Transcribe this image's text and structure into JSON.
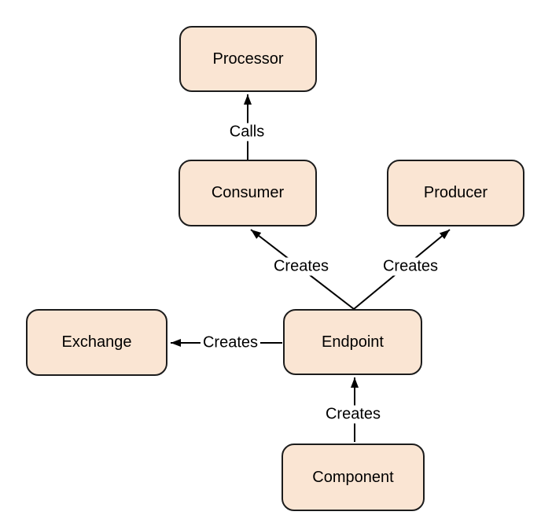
{
  "diagram": {
    "title": "",
    "colors": {
      "node_fill": "#fae5d3",
      "node_border": "#1c1c1c",
      "edge": "#000000",
      "text": "#000000",
      "label_bg": "#ffffff",
      "background": "#ffffff"
    },
    "nodes": {
      "processor": {
        "label": "Processor"
      },
      "consumer": {
        "label": "Consumer"
      },
      "producer": {
        "label": "Producer"
      },
      "exchange": {
        "label": "Exchange"
      },
      "endpoint": {
        "label": "Endpoint"
      },
      "component": {
        "label": "Component"
      }
    },
    "edges": {
      "consumer_to_processor": {
        "label": "Calls",
        "from": "Consumer",
        "to": "Processor"
      },
      "endpoint_to_consumer": {
        "label": "Creates",
        "from": "Endpoint",
        "to": "Consumer"
      },
      "endpoint_to_producer": {
        "label": "Creates",
        "from": "Endpoint",
        "to": "Producer"
      },
      "endpoint_to_exchange": {
        "label": "Creates",
        "from": "Endpoint",
        "to": "Exchange"
      },
      "component_to_endpoint": {
        "label": "Creates",
        "from": "Component",
        "to": "Endpoint"
      }
    }
  }
}
